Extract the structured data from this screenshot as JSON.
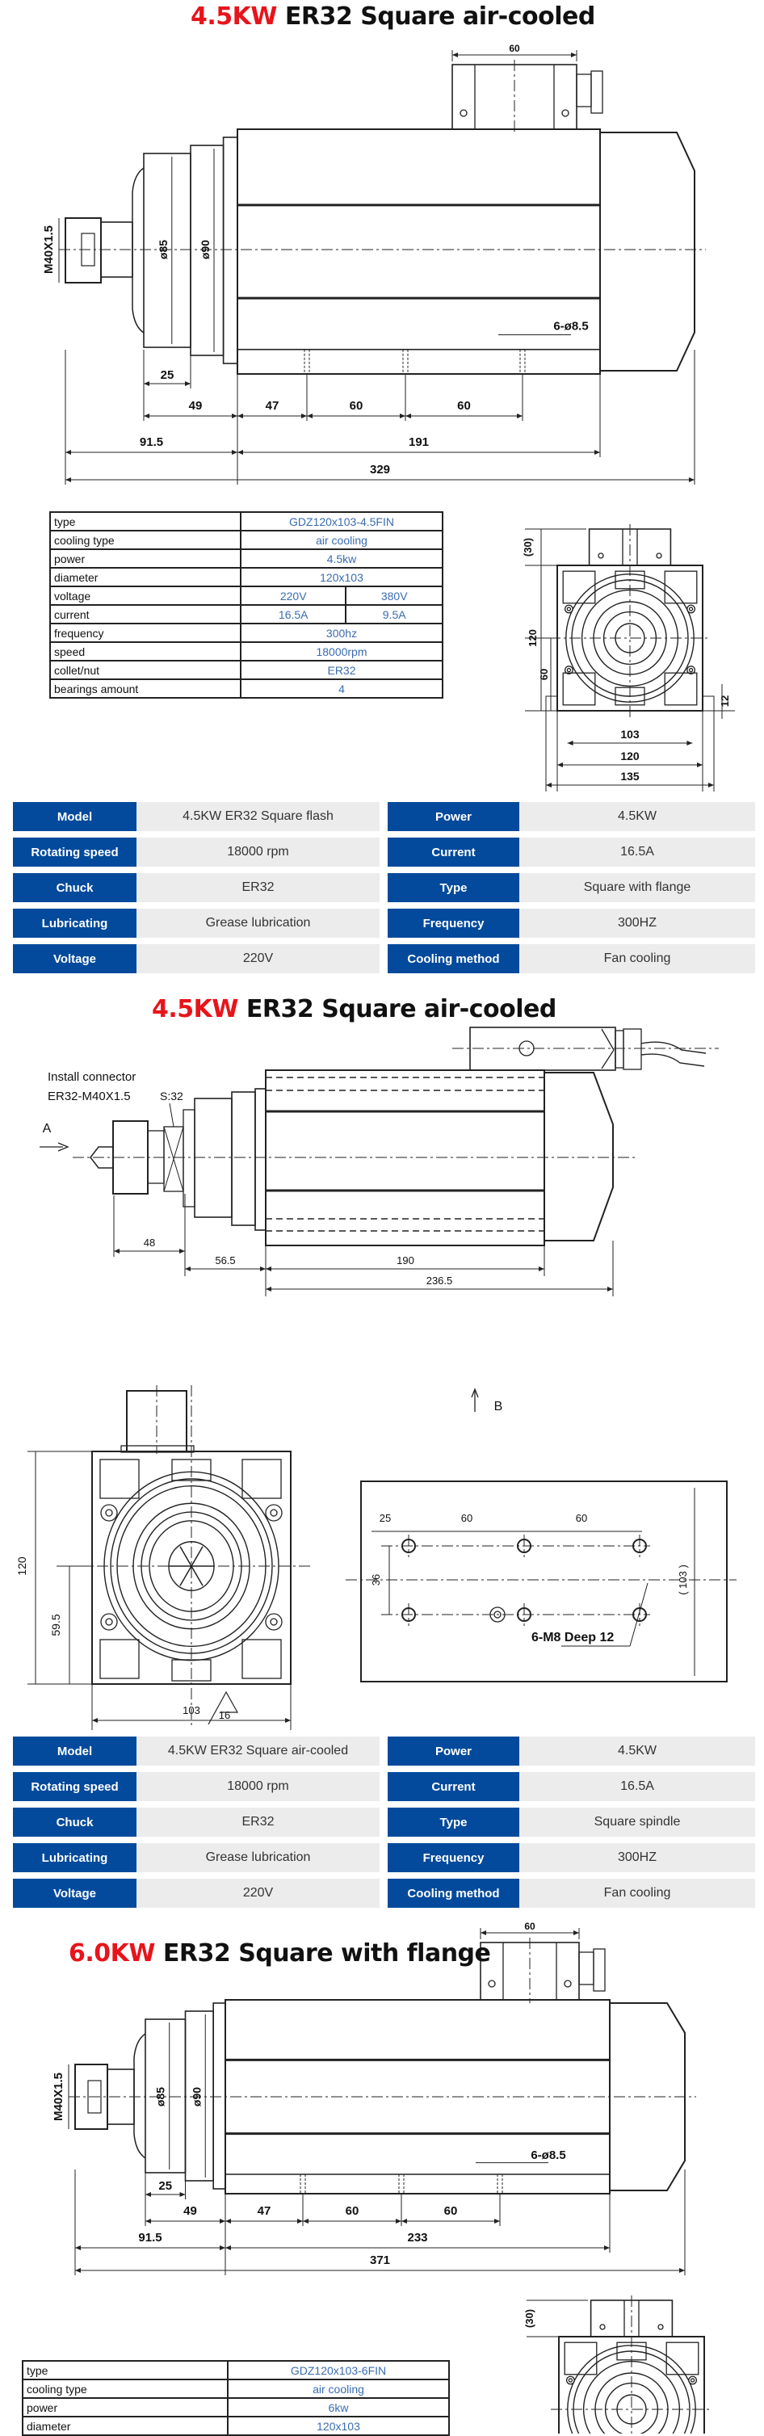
{
  "section1": {
    "title_power": "4.5KW",
    "title_rest": " ER32 Square air-cooled",
    "drawing": {
      "box": "60",
      "thread": "M40X1.5",
      "d85": "ø85",
      "d90": "ø90",
      "holes": "6-ø8.5",
      "d25": "25",
      "d49": "49",
      "d47": "47",
      "d60a": "60",
      "d60b": "60",
      "d915": "91.5",
      "dmid": "191",
      "dtotal": "329"
    },
    "spec": [
      {
        "k": "type",
        "v": "GDZ120x103-4.5FIN"
      },
      {
        "k": "cooling type",
        "v": "air cooling"
      },
      {
        "k": "power",
        "v": "4.5kw"
      },
      {
        "k": "diameter",
        "v": "120x103"
      },
      {
        "k": "voltage",
        "v": "220V",
        "v2": "380V"
      },
      {
        "k": "current",
        "v": "16.5A",
        "v2": "9.5A"
      },
      {
        "k": "frequency",
        "v": "300hz"
      },
      {
        "k": "speed",
        "v": "18000rpm"
      },
      {
        "k": "collet/nut",
        "v": "ER32"
      },
      {
        "k": "bearings amount",
        "v": "4"
      }
    ],
    "end_view": {
      "top": "(30)",
      "h": "120",
      "h2": "60",
      "foot": "12",
      "w1": "103",
      "w2": "120",
      "w3": "135"
    },
    "params": [
      {
        "l": "Model",
        "v": "4.5KW ER32 Square flash",
        "l2": "Power",
        "v2": "4.5KW"
      },
      {
        "l": "Rotating speed",
        "v": "18000 rpm",
        "l2": "Current",
        "v2": "16.5A"
      },
      {
        "l": "Chuck",
        "v": "ER32",
        "l2": "Type",
        "v2": "Square with flange"
      },
      {
        "l": "Lubricating",
        "v": "Grease lubrication",
        "l2": "Frequency",
        "v2": "300HZ"
      },
      {
        "l": "Voltage",
        "v": "220V",
        "l2": "Cooling method",
        "v2": "Fan cooling"
      }
    ]
  },
  "section2": {
    "title_power": "4.5KW",
    "title_rest": " ER32 Square air-cooled",
    "drawing": {
      "install1": "Install connector",
      "install2": "ER32-M40X1.5",
      "s32": "S:32",
      "a": "A",
      "b": "B",
      "d48": "48",
      "d565": "56.5",
      "d190": "190",
      "d2365": "236.5",
      "h120": "120",
      "h595": "59.5",
      "w103": "103",
      "r16": "16",
      "p25": "25",
      "p60a": "60",
      "p60b": "60",
      "p36": "36",
      "p103": "( 103 )",
      "tap": "6-M8 Deep 12"
    },
    "params": [
      {
        "l": "Model",
        "v": "4.5KW ER32 Square air-cooled",
        "l2": "Power",
        "v2": "4.5KW"
      },
      {
        "l": "Rotating speed",
        "v": "18000 rpm",
        "l2": "Current",
        "v2": "16.5A"
      },
      {
        "l": "Chuck",
        "v": "ER32",
        "l2": "Type",
        "v2": "Square spindle"
      },
      {
        "l": "Lubricating",
        "v": "Grease lubrication",
        "l2": "Frequency",
        "v2": "300HZ"
      },
      {
        "l": "Voltage",
        "v": "220V",
        "l2": "Cooling method",
        "v2": "Fan cooling"
      }
    ]
  },
  "section3": {
    "title_power": "6.0KW",
    "title_rest": " ER32 Square with flange",
    "drawing": {
      "box": "60",
      "thread": "M40X1.5",
      "d85": "ø85",
      "d90": "ø90",
      "holes": "6-ø8.5",
      "d25": "25",
      "d49": "49",
      "d47": "47",
      "d60a": "60",
      "d60b": "60",
      "d915": "91.5",
      "dmid": "233",
      "dtotal": "371"
    },
    "spec": [
      {
        "k": "type",
        "v": "GDZ120x103-6FIN"
      },
      {
        "k": "cooling type",
        "v": "air cooling"
      },
      {
        "k": "power",
        "v": "6kw"
      },
      {
        "k": "diameter",
        "v": "120x103"
      }
    ],
    "end_view": {
      "top": "(30)"
    }
  }
}
